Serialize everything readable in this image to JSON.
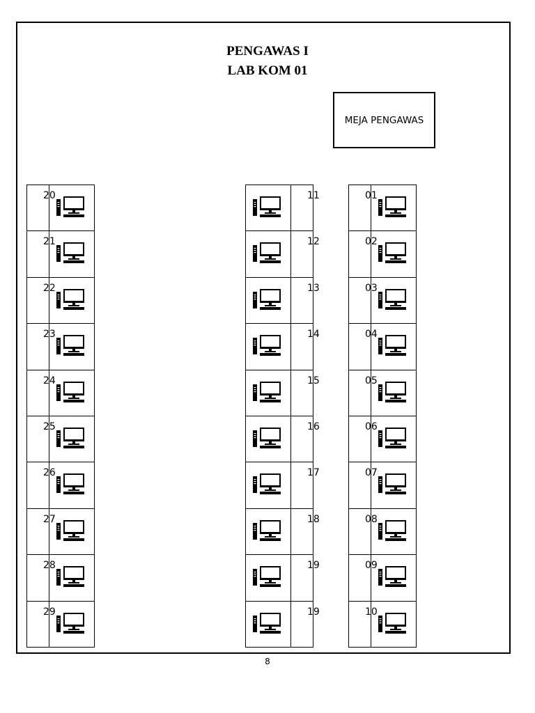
{
  "title_line1": "PENGAWAS I",
  "title_line2": "LAB KOM 01",
  "desk_label": "MEJA PENGAWAS",
  "page_number": "8",
  "icon": "desktop-computer-icon",
  "columns": {
    "left": [
      "20",
      "21",
      "22",
      "23",
      "24",
      "25",
      "26",
      "27",
      "28",
      "29"
    ],
    "middle": [
      "11",
      "12",
      "13",
      "14",
      "15",
      "16",
      "17",
      "18",
      "19",
      "19"
    ],
    "right": [
      "01",
      "02",
      "03",
      "04",
      "05",
      "06",
      "07",
      "08",
      "09",
      "10"
    ]
  }
}
